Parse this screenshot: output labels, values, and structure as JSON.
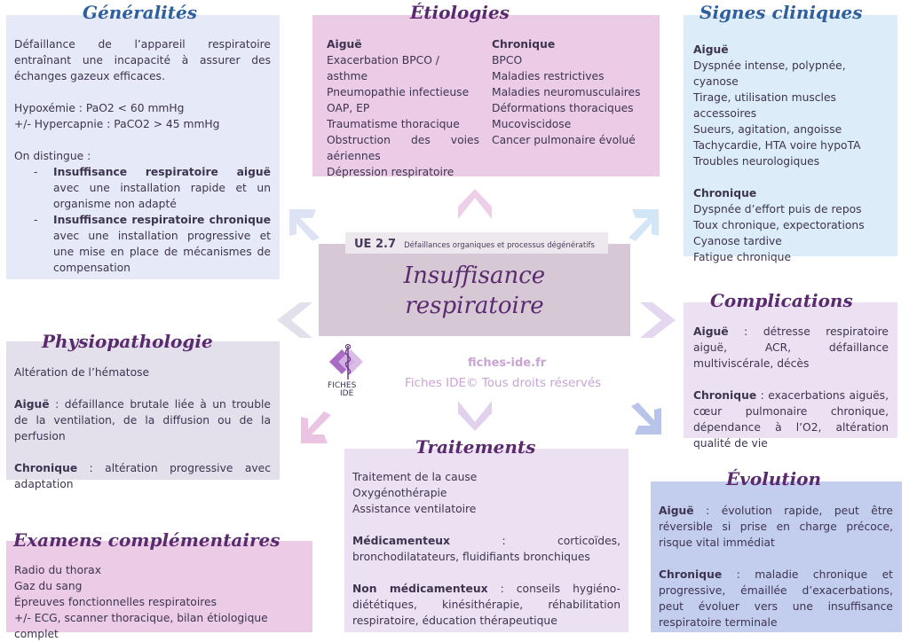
{
  "generalites": {
    "title": "Généralités",
    "definition": "Défaillance de l’appareil respiratoire entraînant une incapacité à assurer des échanges gazeux efficaces.",
    "hypoxemie": "Hypoxémie : PaO2 < 60 mmHg",
    "hypercapnie": "+/- Hypercapnie : PaCO2 > 45 mmHg",
    "distinguish": "On distingue :",
    "item1_bold": "Insuffisance respiratoire aiguë",
    "item1_rest": " avec une installation rapide et un organisme non adapté",
    "item2_bold": "Insuffisance respiratoire chronique",
    "item2_rest": " avec une installation progressive et une mise en place de mécanismes de compensation"
  },
  "etiologies": {
    "title": "Étiologies",
    "acute_header": "Aiguë",
    "acute_items": [
      "Exacerbation BPCO / asthme",
      "Pneumopathie infectieuse",
      "OAP, EP",
      "Traumatisme thoracique",
      "Obstruction des voies aériennes",
      "Dépression respiratoire"
    ],
    "chronic_header": "Chronique",
    "chronic_items": [
      "BPCO",
      "Maladies restrictives",
      "Maladies neuromusculaires",
      "Déformations thoraciques",
      "Mucoviscidose",
      "Cancer pulmonaire évolué"
    ]
  },
  "signes": {
    "title": "Signes cliniques",
    "acute_header": "Aiguë",
    "acute_items": [
      "Dyspnée intense, polypnée, cyanose",
      "Tirage, utilisation muscles accessoires",
      "Sueurs, agitation, angoisse",
      "Tachycardie, HTA voire hypoTA",
      "Troubles neurologiques"
    ],
    "chronic_header": "Chronique",
    "chronic_items": [
      "Dyspnée d’effort puis de repos",
      "Toux chronique, expectorations",
      "Cyanose tardive",
      "Fatigue chronique"
    ]
  },
  "center": {
    "ue_code": "UE 2.7",
    "ue_label": "Défaillances organiques et processus dégénératifs",
    "title_line1": "Insuffisance",
    "title_line2": "respiratoire",
    "logo_text1": "FICHES",
    "logo_text2": "IDE",
    "site": "fiches-ide.fr",
    "copyright": "Fiches IDE© Tous droits réservés"
  },
  "physio": {
    "title": "Physiopathologie",
    "line1": "Altération de l’hématose",
    "acute_label": "Aiguë",
    "acute_text": " : défaillance brutale liée à un trouble de la ventilation, de la diffusion ou de la perfusion",
    "chronic_label": "Chronique",
    "chronic_text": " : altération progressive avec adaptation"
  },
  "complications": {
    "title": "Complications",
    "acute_label": "Aiguë",
    "acute_text": " : détresse respiratoire aiguë, ACR, défaillance multiviscérale, décès",
    "chronic_label": "Chronique",
    "chronic_text": " : exacerbations aiguës, cœur pulmonaire chronique, dépendance à l’O2, altération qualité de vie"
  },
  "traitements": {
    "title": "Traitements",
    "items": [
      "Traitement de la cause",
      "Oxygénothérapie",
      "Assistance ventilatoire"
    ],
    "medic_label": "Médicamenteux",
    "medic_text": " : corticoïdes, bronchodilatateurs, fluidifiants bronchiques",
    "nonmedic_label": "Non médicamenteux",
    "nonmedic_text": " : conseils hygiéno-diététiques, kinésithérapie, réhabilitation respiratoire, éducation thérapeutique"
  },
  "examens": {
    "title": "Examens complémentaires",
    "items": [
      "Radio du thorax",
      "Gaz du sang",
      "Épreuves fonctionnelles respiratoires",
      "+/- ECG, scanner thoracique, bilan étiologique complet"
    ]
  },
  "evolution": {
    "title": "Évolution",
    "acute_label": "Aiguë",
    "acute_text": " : évolution rapide, peut être réversible si prise en charge précoce, risque vital immédiat",
    "chronic_label": "Chronique",
    "chronic_text": " : maladie chronique et progressive, émaillée d’exacerbations, peut évoluer vers une insuffisance respiratoire terminale"
  },
  "colors": {
    "blue_box": "#e6e9f7",
    "pink_box": "#eccbe6",
    "lightblue_box": "#dcecf8",
    "gray_box": "#e3e0ec",
    "purple_box": "#ece0f3",
    "center_box": "#d6c8d4",
    "evolution_box": "#c3cdee",
    "title_purple": "#5a2a6f",
    "title_blue": "#2e5f9e"
  }
}
